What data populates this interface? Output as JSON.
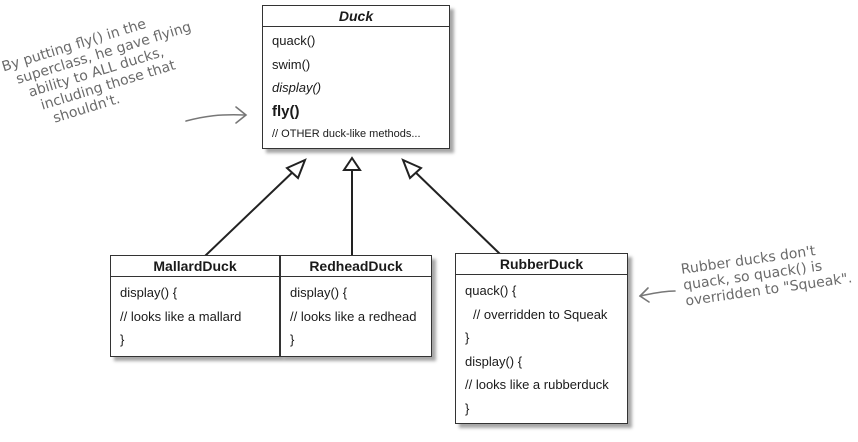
{
  "duck": {
    "title": "Duck",
    "methods": [
      "quack()",
      "swim()",
      "display()",
      "fly()",
      "// OTHER duck-like methods..."
    ]
  },
  "mallard": {
    "title": "MallardDuck",
    "lines": [
      "display() {",
      "// looks like a mallard",
      "}"
    ]
  },
  "redhead": {
    "title": "RedheadDuck",
    "lines": [
      "display() {",
      "// looks like a redhead",
      "}"
    ]
  },
  "rubber": {
    "title": "RubberDuck",
    "lines": [
      "quack() {",
      "// overridden to Squeak",
      "}",
      "display() {",
      "// looks like a rubberduck",
      "}"
    ]
  },
  "notes": {
    "left": [
      "By putting fly() in the",
      "superclass, he gave flying",
      "ability to ALL ducks,",
      "including those that",
      "shouldn't."
    ],
    "right": [
      "Rubber ducks don't",
      "quack, so quack() is",
      "overridden to \"Squeak\"."
    ]
  }
}
